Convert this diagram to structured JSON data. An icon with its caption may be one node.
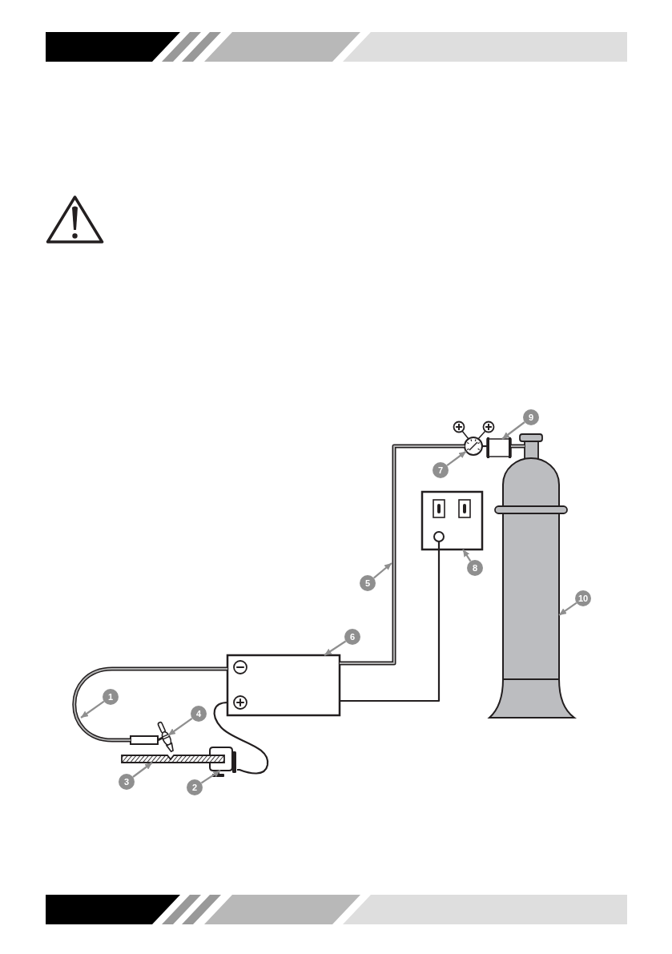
{
  "diagram": {
    "nodes": [
      {
        "text": [
          "1"
        ]
      },
      {
        "text": [
          "2"
        ]
      },
      {
        "text": [
          "3"
        ]
      },
      {
        "text": [
          "4"
        ]
      },
      {
        "text": [
          "5"
        ]
      },
      {
        "text": [
          "6"
        ]
      },
      {
        "text": [
          "7"
        ]
      },
      {
        "text": [
          "8"
        ]
      },
      {
        "text": [
          "9"
        ]
      },
      {
        "text": [
          "10"
        ]
      },
      {
        "text": [],
        "shape": "bar"
      },
      {
        "text": [],
        "shape": "picture"
      },
      {
        "text": [],
        "shape": "picture"
      },
      {
        "text": [],
        "shape": "box"
      },
      {
        "text": [],
        "shape": "box"
      },
      {
        "text": [],
        "shape": "circle"
      },
      {
        "text": [],
        "shape": "box"
      },
      {
        "text": [],
        "shape": "cylinder"
      }
    ],
    "edges": [
      {
        "from": 0,
        "to": null,
        "arrow": "to"
      },
      {
        "from": 1,
        "to": 12,
        "arrow": "to"
      },
      {
        "from": 2,
        "to": 10,
        "arrow": "to"
      },
      {
        "from": 3,
        "to": 11,
        "arrow": "to"
      },
      {
        "from": 4,
        "to": null,
        "arrow": "to"
      },
      {
        "from": 5,
        "to": 13,
        "arrow": "to"
      },
      {
        "from": 6,
        "to": 15,
        "arrow": "to"
      },
      {
        "from": 7,
        "to": 14,
        "arrow": "to"
      },
      {
        "from": 8,
        "to": 16,
        "arrow": "to"
      },
      {
        "from": 9,
        "to": 17,
        "arrow": "to"
      },
      {
        "from": 13,
        "to": 11,
        "arrow": "none",
        "style": "thick",
        "color": "#231f20"
      },
      {
        "from": 13,
        "to": 12,
        "arrow": "none",
        "color": "#231f20"
      },
      {
        "from": 13,
        "to": 15,
        "arrow": "none",
        "style": "thick",
        "color": "#231f20"
      },
      {
        "from": 13,
        "to": 14,
        "arrow": "none",
        "color": "#231f20"
      },
      {
        "from": 15,
        "to": 16,
        "arrow": "none",
        "color": "#231f20"
      },
      {
        "from": 16,
        "to": 17,
        "arrow": "none",
        "style": "thick",
        "color": "#231f20"
      }
    ]
  }
}
